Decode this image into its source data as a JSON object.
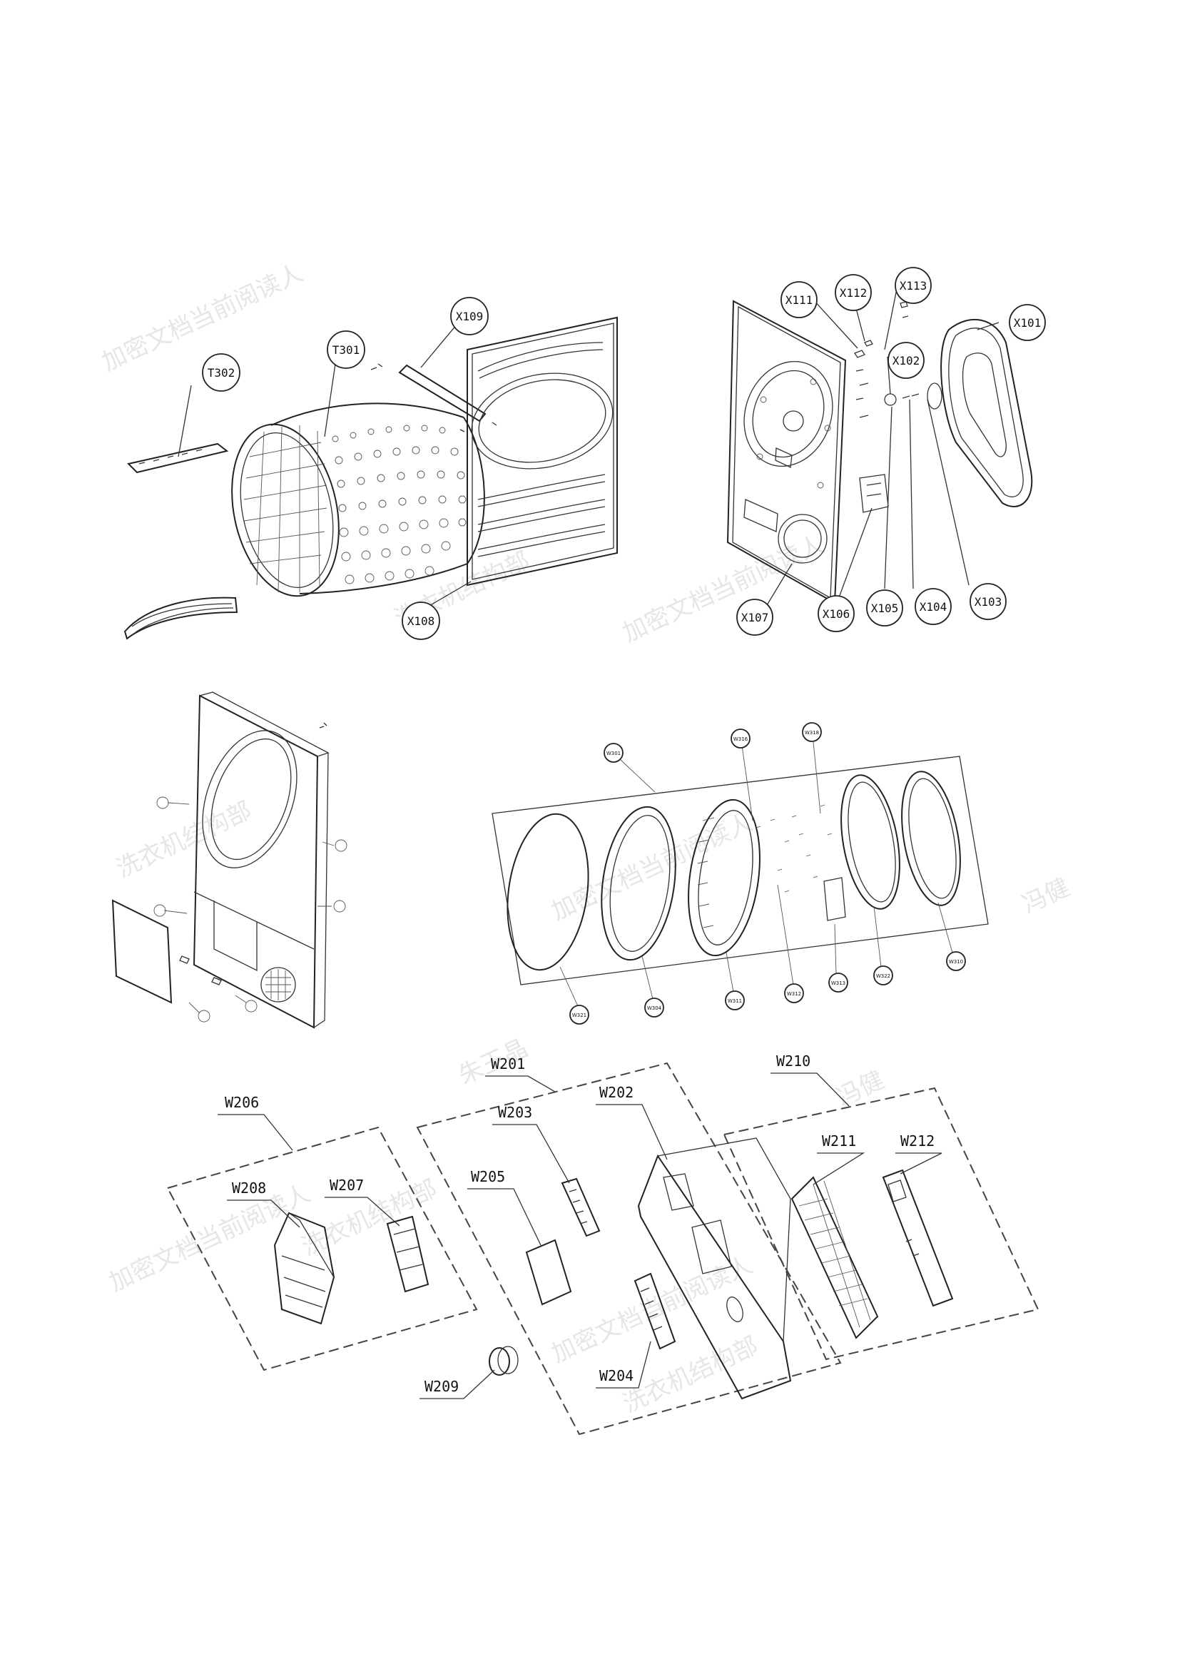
{
  "colors": {
    "background": "#ffffff",
    "line": "#222222",
    "watermark": "#c8c8c8"
  },
  "labels": {
    "T301": "T301",
    "T302": "T302",
    "X101": "X101",
    "X102": "X102",
    "X103": "X103",
    "X104": "X104",
    "X105": "X105",
    "X106": "X106",
    "X107": "X107",
    "X108": "X108",
    "X109": "X109",
    "X111": "X111",
    "X112": "X112",
    "X113": "X113",
    "W301": "W301",
    "W304": "W304",
    "W310": "W310",
    "W311": "W311",
    "W312": "W312",
    "W313": "W313",
    "W316": "W316",
    "W318": "W318",
    "W321": "W321",
    "W322": "W322",
    "W201": "W201",
    "W202": "W202",
    "W203": "W203",
    "W204": "W204",
    "W205": "W205",
    "W206": "W206",
    "W207": "W207",
    "W208": "W208",
    "W209": "W209",
    "W210": "W210",
    "W211": "W211",
    "W212": "W212"
  },
  "watermarks": [
    "加密文档当前阅读人",
    "洗衣机结构部",
    "冯健",
    "朱王晶"
  ]
}
